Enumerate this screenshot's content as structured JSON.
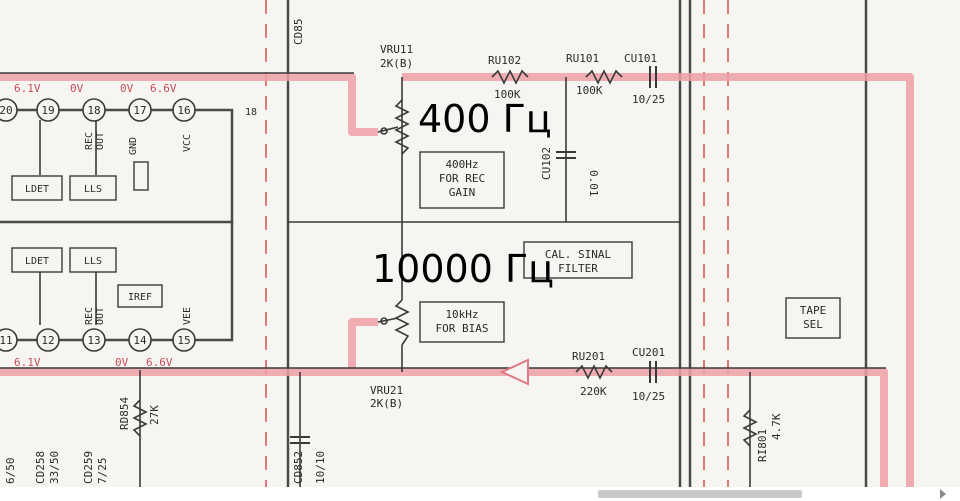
{
  "annotations": {
    "freq_400": "400 Гц",
    "freq_10k": "10000 Гц"
  },
  "ic_pins": {
    "top": [
      "20",
      "19",
      "18",
      "17",
      "16"
    ],
    "bottom": [
      "11",
      "12",
      "13",
      "14",
      "15"
    ]
  },
  "pin_labels": {
    "rec_out_top": "REC\nOUT",
    "gnd": "GND",
    "vcc": "VCC",
    "rec_out_bottom": "REC\nOUT",
    "vee": "VEE",
    "pin18": "18"
  },
  "voltages": {
    "top": [
      "6.1V",
      "0V",
      "0V",
      "6.6V"
    ],
    "bottom": [
      "6.1V",
      "0V",
      "6.6V"
    ]
  },
  "blocks": {
    "ldet_top": "LDET",
    "lls_top": "LLS",
    "ldet_bottom": "LDET",
    "lls_bottom": "LLS",
    "iref": "IREF"
  },
  "components": {
    "vru11": "VRU11",
    "vru11_val": "2K(B)",
    "ru102": "RU102",
    "ru102_val": "100K",
    "ru101": "RU101",
    "ru101_val": "100K",
    "cu101": "CU101",
    "cu101_val": "10/25",
    "cu102": "CU102",
    "cu102_val": "0.01",
    "ru201": "RU201",
    "ru201_val": "220K",
    "cu201": "CU201",
    "cu201_val": "10/25",
    "vru21": "VRU21",
    "vru21_val": "2K(B)",
    "ri801": "RI801",
    "ri801_val": "4.7K",
    "rd854": "RD854",
    "rd854_val": "27K",
    "cd85": "CD85",
    "cd852": "CD852",
    "cd852_val": "10/10",
    "cd258": "CD258",
    "cd258_val": "33/50",
    "cd259": "CD259",
    "cd259_val": "7/25",
    "cd_left_val": "6/50"
  },
  "boxes": {
    "rec_gain": "400Hz\nFOR REC\nGAIN",
    "bias": "10kHz\nFOR BIAS",
    "cal_signal": "CAL. SINAL\nFILTER",
    "tape_sel": "TAPE\nSEL"
  }
}
